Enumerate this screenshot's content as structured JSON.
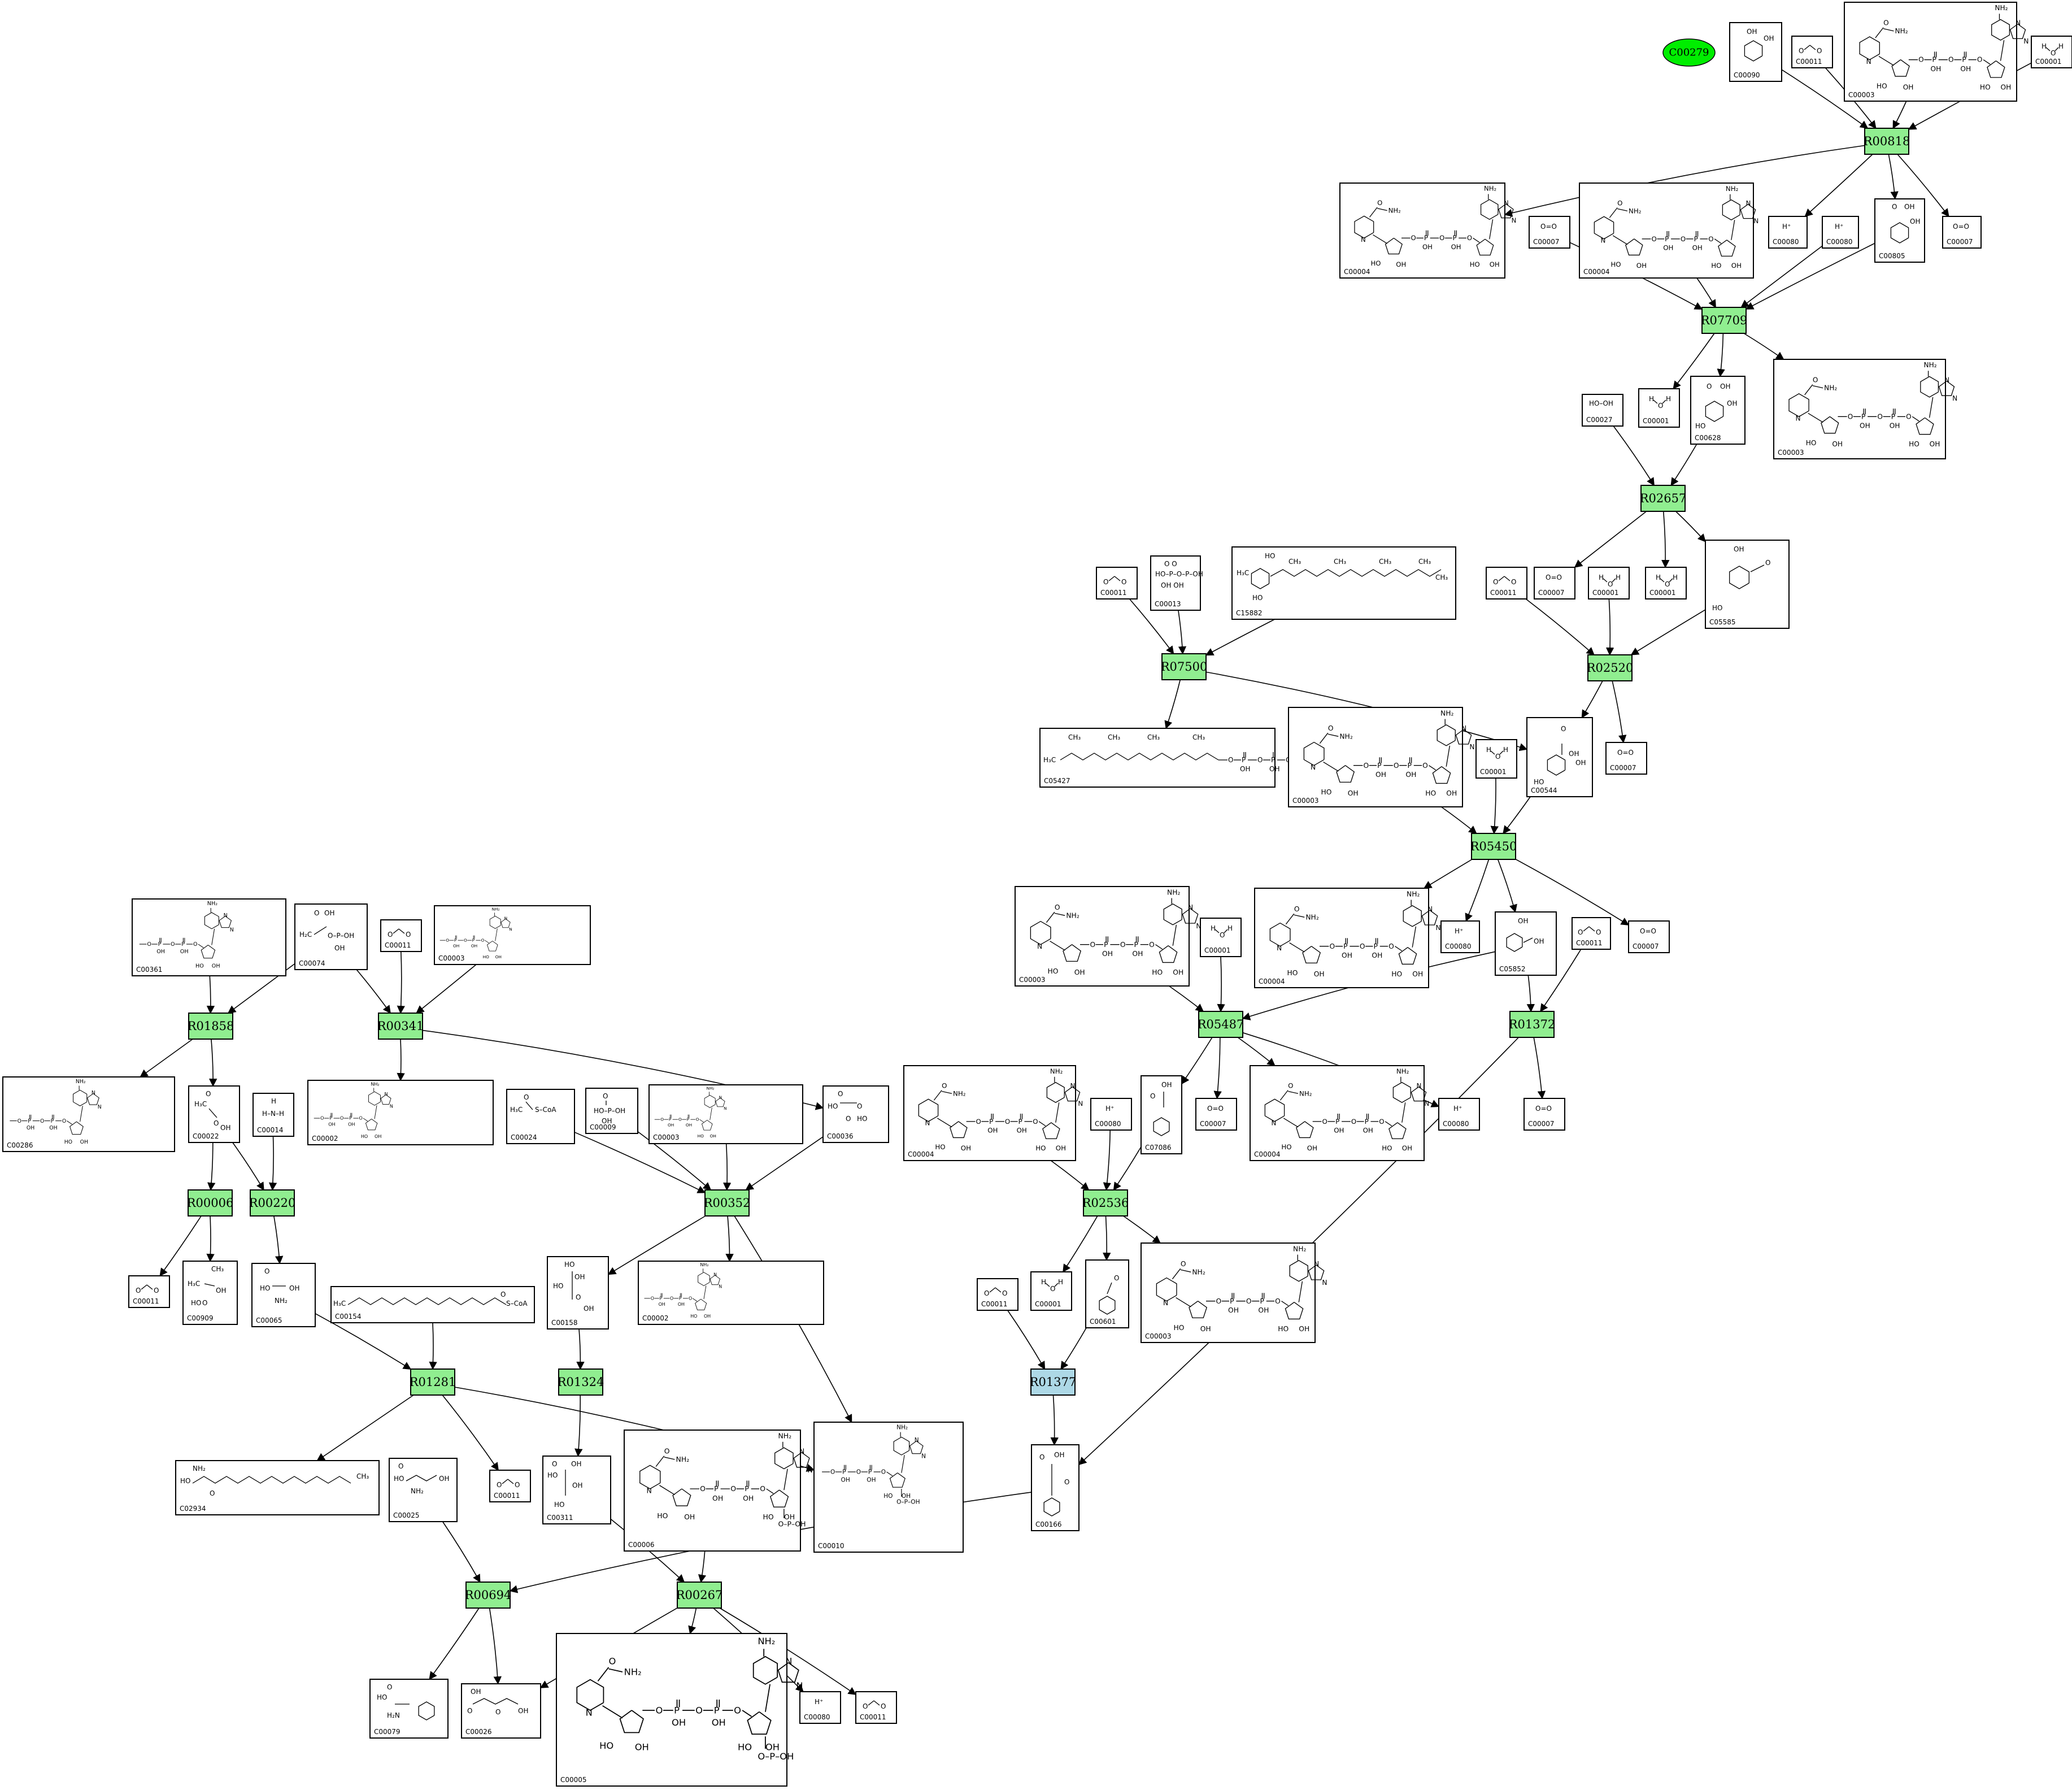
{
  "colors": {
    "reaction_fill": "#90ee90",
    "highlighted_reaction_fill": "#add8e6",
    "start_compound_fill": "#00ee00",
    "edge": "#000000"
  },
  "start": {
    "id": "C00279",
    "label": "C00279"
  },
  "reactions": [
    {
      "id": "R00818",
      "label": "R00818"
    },
    {
      "id": "R07709",
      "label": "R07709"
    },
    {
      "id": "R02657",
      "label": "R02657"
    },
    {
      "id": "R07500",
      "label": "R07500"
    },
    {
      "id": "R02520",
      "label": "R02520"
    },
    {
      "id": "R05450",
      "label": "R05450"
    },
    {
      "id": "R05487",
      "label": "R05487"
    },
    {
      "id": "R01372",
      "label": "R01372"
    },
    {
      "id": "R01858",
      "label": "R01858"
    },
    {
      "id": "R00341",
      "label": "R00341"
    },
    {
      "id": "R00006",
      "label": "R00006"
    },
    {
      "id": "R00220",
      "label": "R00220"
    },
    {
      "id": "R00352",
      "label": "R00352"
    },
    {
      "id": "R02536",
      "label": "R02536"
    },
    {
      "id": "R01281",
      "label": "R01281"
    },
    {
      "id": "R01324",
      "label": "R01324"
    },
    {
      "id": "R01377",
      "label": "R01377",
      "highlighted": true
    },
    {
      "id": "R00694",
      "label": "R00694"
    },
    {
      "id": "R00267",
      "label": "R00267"
    }
  ],
  "compounds": [
    {
      "id": "n1",
      "code": "C00090",
      "depiction": "catechol"
    },
    {
      "id": "n2",
      "code": "C00011",
      "depiction": "co2"
    },
    {
      "id": "n3",
      "code": "C00003",
      "depiction": "nad"
    },
    {
      "id": "n4",
      "code": "C00001",
      "depiction": "water"
    },
    {
      "id": "n5",
      "code": "C00004",
      "depiction": "nadh"
    },
    {
      "id": "n6",
      "code": "C00004",
      "depiction": "nadh"
    },
    {
      "id": "n7",
      "code": "C00007",
      "depiction": "o2"
    },
    {
      "id": "n8",
      "code": "C00080",
      "depiction": "proton"
    },
    {
      "id": "n9",
      "code": "C00080",
      "depiction": "proton"
    },
    {
      "id": "n10",
      "code": "C00805",
      "depiction": "salicylate"
    },
    {
      "id": "n11",
      "code": "C00007",
      "depiction": "o2"
    },
    {
      "id": "n12",
      "code": "C00027",
      "depiction": "h2o2"
    },
    {
      "id": "n13",
      "code": "C00001",
      "depiction": "water"
    },
    {
      "id": "n14",
      "code": "C00628",
      "depiction": "gentisate"
    },
    {
      "id": "n15",
      "code": "C00003",
      "depiction": "nad"
    },
    {
      "id": "n16",
      "code": "C00011",
      "depiction": "co2"
    },
    {
      "id": "n17",
      "code": "C00013",
      "depiction": "ppi"
    },
    {
      "id": "n18",
      "code": "C15882",
      "depiction": "tocopherol"
    },
    {
      "id": "n19",
      "code": "C00011",
      "depiction": "co2"
    },
    {
      "id": "n20",
      "code": "C00007",
      "depiction": "o2"
    },
    {
      "id": "n21",
      "code": "C00001",
      "depiction": "water"
    },
    {
      "id": "n22",
      "code": "C00001",
      "depiction": "water"
    },
    {
      "id": "n23",
      "code": "C05585",
      "depiction": "gentisaldehyde"
    },
    {
      "id": "n24",
      "code": "C05427",
      "depiction": "phytyl_pp"
    },
    {
      "id": "n25",
      "code": "C00003",
      "depiction": "nad"
    },
    {
      "id": "n26",
      "code": "C00001",
      "depiction": "water"
    },
    {
      "id": "n27",
      "code": "C00544",
      "depiction": "homogentisate"
    },
    {
      "id": "n28",
      "code": "C00007",
      "depiction": "o2"
    },
    {
      "id": "n29",
      "code": "C00003",
      "depiction": "nad"
    },
    {
      "id": "n30",
      "code": "C00001",
      "depiction": "water"
    },
    {
      "id": "n31",
      "code": "C00004",
      "depiction": "nadh"
    },
    {
      "id": "n32",
      "code": "C00080",
      "depiction": "proton"
    },
    {
      "id": "n33",
      "code": "C05852",
      "depiction": "hydroxyphenylacetate"
    },
    {
      "id": "n34",
      "code": "C00011",
      "depiction": "co2"
    },
    {
      "id": "n35",
      "code": "C00007",
      "depiction": "o2"
    },
    {
      "id": "n36",
      "code": "C00361",
      "depiction": "dgdp"
    },
    {
      "id": "n37",
      "code": "C00074",
      "depiction": "pep"
    },
    {
      "id": "n38",
      "code": "C00011",
      "depiction": "co2"
    },
    {
      "id": "n39",
      "code": "C00003",
      "depiction": "adp_like"
    },
    {
      "id": "n40",
      "code": "C00286",
      "depiction": "dgtp"
    },
    {
      "id": "n41",
      "code": "C00022",
      "depiction": "pyruvate"
    },
    {
      "id": "n42",
      "code": "C00014",
      "depiction": "ammonia"
    },
    {
      "id": "n43",
      "code": "C00002",
      "depiction": "atp"
    },
    {
      "id": "n44",
      "code": "C00024",
      "depiction": "acetyl_coa"
    },
    {
      "id": "n45",
      "code": "C00009",
      "depiction": "phosphate"
    },
    {
      "id": "n46",
      "code": "C00003",
      "depiction": "adp_like"
    },
    {
      "id": "n47",
      "code": "C00036",
      "depiction": "oxaloacetate"
    },
    {
      "id": "n48",
      "code": "C00004",
      "depiction": "nadh"
    },
    {
      "id": "n49",
      "code": "C00080",
      "depiction": "proton"
    },
    {
      "id": "n50",
      "code": "C07086",
      "depiction": "phenylacetate"
    },
    {
      "id": "n51",
      "code": "C00007",
      "depiction": "o2"
    },
    {
      "id": "n52",
      "code": "C00004",
      "depiction": "nadh"
    },
    {
      "id": "n53",
      "code": "C00080",
      "depiction": "proton"
    },
    {
      "id": "n54",
      "code": "C00011",
      "depiction": "co2"
    },
    {
      "id": "n55",
      "code": "C00909",
      "depiction": "acetolactate"
    },
    {
      "id": "n56",
      "code": "C00065",
      "depiction": "serine"
    },
    {
      "id": "n57",
      "code": "C00154",
      "depiction": "palmitoyl_coa"
    },
    {
      "id": "n58",
      "code": "C00158",
      "depiction": "citrate"
    },
    {
      "id": "n59",
      "code": "C00002",
      "depiction": "atp"
    },
    {
      "id": "n60",
      "code": "C00011",
      "depiction": "co2"
    },
    {
      "id": "n61",
      "code": "C00001",
      "depiction": "water"
    },
    {
      "id": "n62",
      "code": "C00601",
      "depiction": "phenylacetaldehyde"
    },
    {
      "id": "n63",
      "code": "C00003",
      "depiction": "nad"
    },
    {
      "id": "n64",
      "code": "C02934",
      "depiction": "ketosphinganine"
    },
    {
      "id": "n65",
      "code": "C00025",
      "depiction": "glutamate"
    },
    {
      "id": "n66",
      "code": "C00011",
      "depiction": "co2"
    },
    {
      "id": "n67",
      "code": "C00311",
      "depiction": "isocitrate"
    },
    {
      "id": "n68",
      "code": "C00006",
      "depiction": "nadp"
    },
    {
      "id": "n69",
      "code": "C00010",
      "depiction": "coa"
    },
    {
      "id": "n70",
      "code": "C00166",
      "depiction": "phenylpyruvate"
    },
    {
      "id": "n71",
      "code": "C00079",
      "depiction": "phenylalanine"
    },
    {
      "id": "n72",
      "code": "C00026",
      "depiction": "oxoglutarate"
    },
    {
      "id": "n73",
      "code": "C00005",
      "depiction": "nadph"
    },
    {
      "id": "n74",
      "code": "C00080",
      "depiction": "proton"
    },
    {
      "id": "n75",
      "code": "C00011",
      "depiction": "co2"
    }
  ]
}
